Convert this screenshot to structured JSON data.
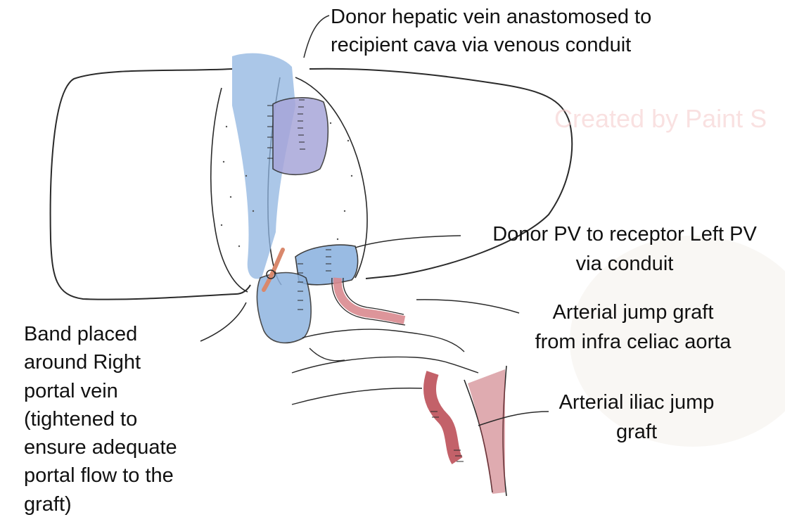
{
  "labels": {
    "hepatic_vein": "Donor hepatic vein anastomosed to\nrecipient cava via venous conduit",
    "portal_vein": "Donor PV to receptor Left PV\nvia conduit",
    "arterial_jump": "Arterial jump graft\nfrom infra celiac aorta",
    "iliac_jump": "Arterial iliac jump\ngraft",
    "band": "Band placed\naround Right\nportal vein\n(tightened to\nensure adequate\nportal flow to the\ngraft)"
  },
  "watermark": "Created by Paint S",
  "colors": {
    "outline": "#2a2a2a",
    "vein_blue": "#8fb4e0",
    "vein_violet": "#a7a6d9",
    "artery_red": "#b8454f",
    "artery_pink": "#d98a8f",
    "band_orange": "#d9886c"
  }
}
